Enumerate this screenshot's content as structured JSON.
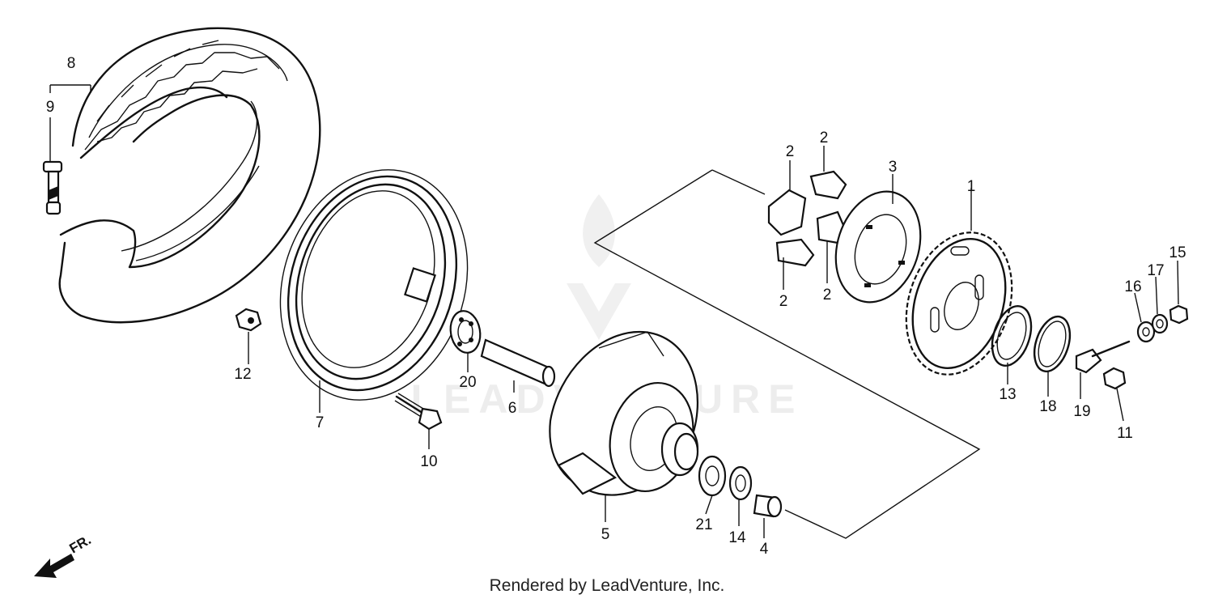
{
  "callouts": {
    "c1": "1",
    "c2a": "2",
    "c2b": "2",
    "c2c": "2",
    "c2d": "2",
    "c3": "3",
    "c4": "4",
    "c5": "5",
    "c6": "6",
    "c7": "7",
    "c8": "8",
    "c9": "9",
    "c10": "10",
    "c11": "11",
    "c12": "12",
    "c13": "13",
    "c14": "14",
    "c15": "15",
    "c16": "16",
    "c17": "17",
    "c18": "18",
    "c19": "19",
    "c20": "20",
    "c21": "21"
  },
  "direction_label": "FR.",
  "watermark": "LEADVENTURE",
  "footer": "Rendered by LeadVenture, Inc."
}
